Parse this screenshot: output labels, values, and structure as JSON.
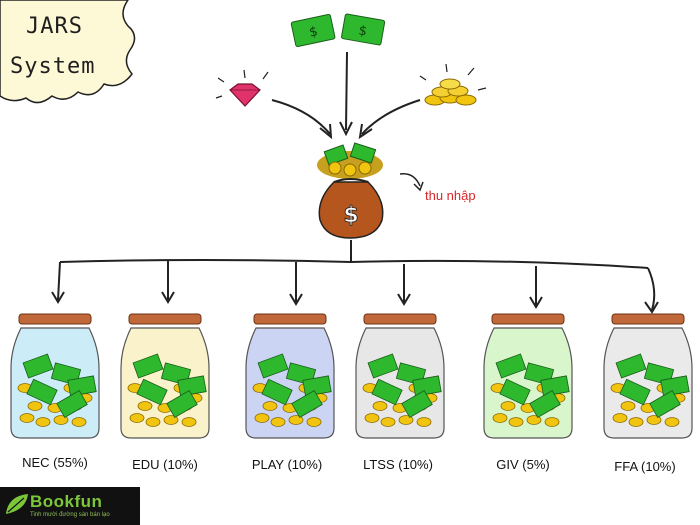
{
  "title": {
    "line1": "JARS",
    "line2": "System"
  },
  "income_label": "thu nhập",
  "jars": [
    {
      "name": "NEC (55%)",
      "glow": "#8fd4ef"
    },
    {
      "name": "EDU (10%)",
      "glow": "#f3e38a"
    },
    {
      "name": "PLAY (10%)",
      "glow": "#8f9fe6"
    },
    {
      "name": "LTSS (10%)",
      "glow": "#c9c9c9"
    },
    {
      "name": "GIV (5%)",
      "glow": "#a9e98f"
    },
    {
      "name": "FFA (10%)",
      "glow": "#d0d0d0"
    }
  ],
  "brand": {
    "name": "Bookfun",
    "tagline": "Tinh mười đường sàn bán lạo"
  },
  "colors": {
    "money": "#2db82d",
    "coin": "#f1c40f",
    "lid": "#c0683a",
    "bag": "#b5561e",
    "gem": "#e0336b",
    "thought_bubble": "#fdf8d6"
  }
}
